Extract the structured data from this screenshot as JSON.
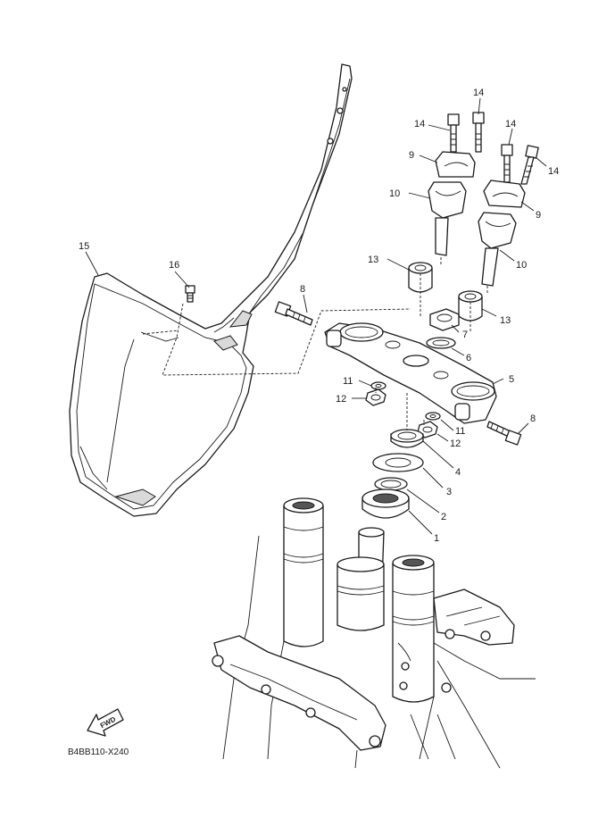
{
  "diagram": {
    "drawing_code": "B4BB110-X240",
    "fwd_label": "FWD",
    "callouts": {
      "c1": "1",
      "c2": "2",
      "c3": "3",
      "c4": "4",
      "c5": "5",
      "c6": "6",
      "c7": "7",
      "c8a": "8",
      "c8b": "8",
      "c9a": "9",
      "c9b": "9",
      "c10a": "10",
      "c10b": "10",
      "c11a": "11",
      "c11b": "11",
      "c12a": "12",
      "c12b": "12",
      "c13a": "13",
      "c13b": "13",
      "c14a": "14",
      "c14b": "14",
      "c14c": "14",
      "c14d": "14",
      "c15": "15",
      "c16": "16"
    }
  }
}
